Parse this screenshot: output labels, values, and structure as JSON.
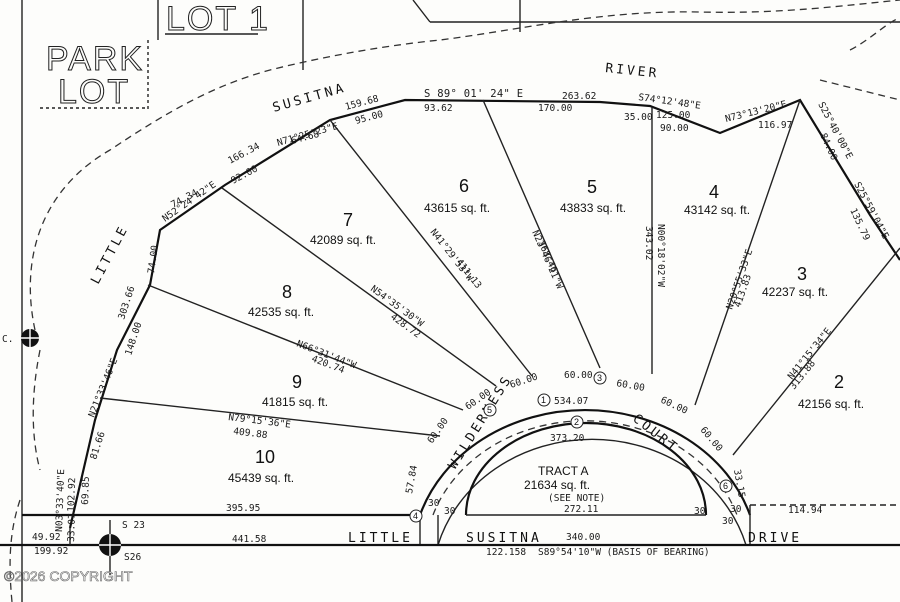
{
  "plat": {
    "upper_labels": {
      "lot_1": "LOT 1",
      "park": "PARK",
      "lot": "LOT"
    },
    "river_words": [
      "LITTLE",
      "SUSITNA",
      "RIVER"
    ],
    "court_words": [
      "WILDERNESS",
      "COURT"
    ],
    "drive_words": [
      "LITTLE",
      "SUSITNA",
      "DRIVE"
    ],
    "lots": [
      {
        "num": "2",
        "area": "42156 sq. ft."
      },
      {
        "num": "3",
        "area": "42237 sq. ft."
      },
      {
        "num": "4",
        "area": "43142 sq. ft."
      },
      {
        "num": "5",
        "area": "43833 sq. ft."
      },
      {
        "num": "6",
        "area": "43615 sq. ft."
      },
      {
        "num": "7",
        "area": "42089 sq. ft."
      },
      {
        "num": "8",
        "area": "42535 sq. ft."
      },
      {
        "num": "9",
        "area": "41815 sq. ft."
      },
      {
        "num": "10",
        "area": "45439 sq. ft."
      }
    ],
    "tract": {
      "name": "TRACT A",
      "area": "21634 sq. ft.",
      "note": "(SEE NOTE)"
    },
    "bearings": {
      "b1": "S 89° 01' 24\" E",
      "b2": "S74°12'48\"E",
      "b3": "N73°13'20\"E",
      "b4": "S25°40'00\"E",
      "b5": "S25°59'04\"E",
      "b6": "N71°25'23\"E",
      "b7": "N52°24'42\"E",
      "b8": "N21°33'46\"E",
      "b9": "N03°33'40\"E",
      "b10": "N79°15'36\"E",
      "b11": "N66°31'44\"W",
      "b12": "N54°35'30\"W",
      "b13": "N41°29'53\"W",
      "b14": "N23°46'21\"W",
      "b15": "N00°18'02\"W",
      "b16": "N20°55'33\"E",
      "b17": "N41°15'34\"E",
      "basis": "S89°54'10\"W (BASIS OF BEARING)"
    },
    "dims": {
      "d_26362": "263.62",
      "d_9362": "93.62",
      "d_17000": "170.00",
      "d_12500": "125.00",
      "d_3500": "35.00",
      "d_9000": "90.00",
      "d_11697": "116.97",
      "d_8400": "84.00",
      "d_13579": "135.79",
      "d_15968": "159.68",
      "d_9500": "95.00",
      "d_6468": "64.68",
      "d_16634": "166.34",
      "d_9200": "92.00",
      "d_7434": "74.34",
      "d_7400": "74.00",
      "d_30366": "303.66",
      "d_14800": "148.00",
      "d_8166": "81.66",
      "d_10292": "102.92",
      "d_6985": "69.85",
      "d_3307": "33.07",
      "d_40988": "409.88",
      "d_42074": "420.74",
      "d_42872": "428.72",
      "d_41113": "411.13",
      "d_36846": "368.46",
      "d_34302": "343.02",
      "d_41383": "413.83",
      "d_31388": "313.88",
      "d_53407": "534.07",
      "d_37320": "373.20",
      "d_27211": "272.11",
      "d_6000": "60.00",
      "d_6000b": "60.00",
      "d_6000c": "60.00",
      "d_6000d": "60.00",
      "d_6000e": "60.00",
      "d_6000f": "60.00",
      "d_6000g": "60.00",
      "d_5784": "57.84",
      "d_3315": "33.15",
      "d_39595": "395.95",
      "d_44158": "441.58",
      "d_34000": "340.00",
      "d_12158": "122.158",
      "d_11494": "114.94",
      "d_4992": "49.92",
      "d_19992": "199.92",
      "d_30a": "30",
      "d_30b": "30",
      "d_30c": "30",
      "d_30d": "30",
      "d_30e": "30"
    },
    "circled": [
      "1",
      "2",
      "3",
      "4",
      "5",
      "6"
    ],
    "corner_labels": {
      "s23": "S 23",
      "s26": "S26",
      "c": "C."
    },
    "watermark": "©2026 COPYRIGHT",
    "colors": {
      "ink": "#1a1a1a",
      "paper": "#fdfdfb"
    }
  }
}
